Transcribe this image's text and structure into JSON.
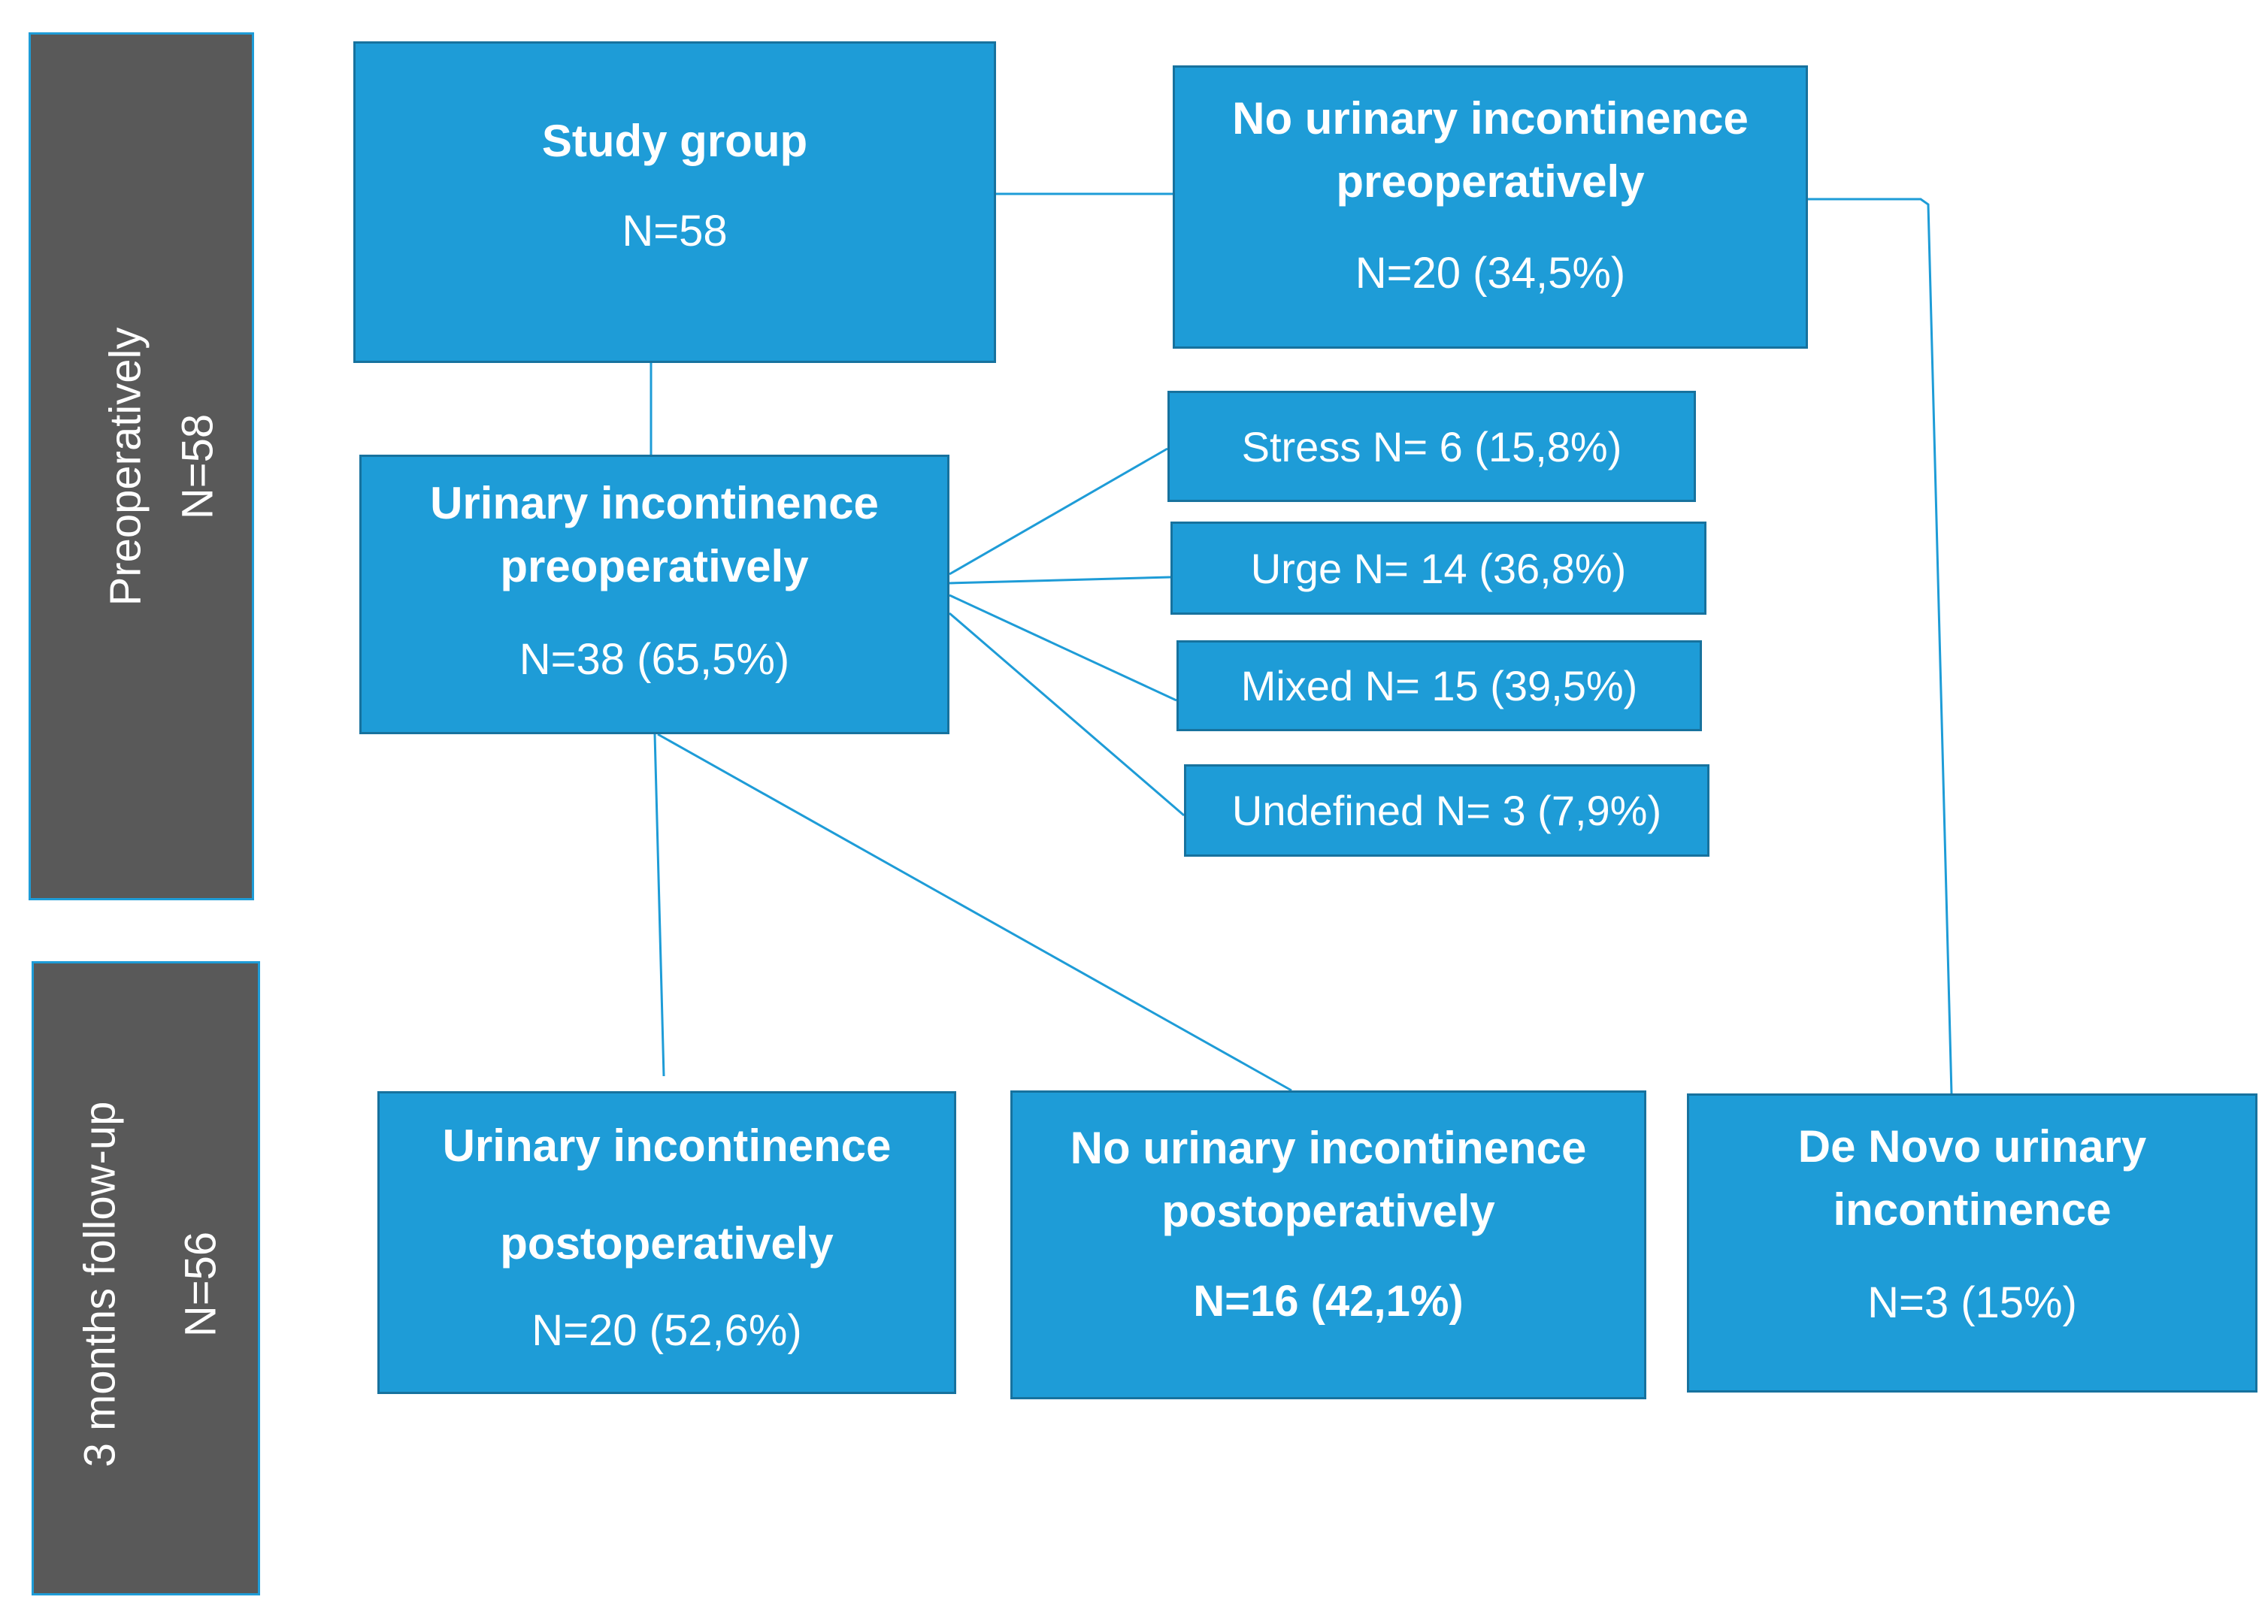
{
  "bands": {
    "pre": {
      "title": "Preoperatively",
      "n": "N=58"
    },
    "follow": {
      "title": "3 months follow-up",
      "n": "N=56"
    }
  },
  "study_group": {
    "title": "Study group",
    "n": "N=58"
  },
  "no_ui_pre": {
    "title_1": "No urinary incontinence",
    "title_2": "preoperatively",
    "n": "N=20 (34,5%)"
  },
  "ui_pre": {
    "title_1": "Urinary incontinence",
    "title_2": "preoperatively",
    "n": "N=38 (65,5%)"
  },
  "subtypes": {
    "stress": "Stress N= 6 (15,8%)",
    "urge": "Urge N= 14 (36,8%)",
    "mixed": "Mixed N= 15 (39,5%)",
    "undefined": "Undefined N= 3 (7,9%)"
  },
  "ui_post": {
    "title_1": "Urinary incontinence",
    "title_2": "postoperatively",
    "n": "N=20 (52,6%)"
  },
  "no_ui_post": {
    "title_1": "No urinary incontinence",
    "title_2": "postoperatively",
    "n": "N=16 (42,1%)"
  },
  "de_novo": {
    "title_1": "De Novo urinary",
    "title_2": "incontinence",
    "n": "N=3 (15%)"
  },
  "colors": {
    "box_fill": "#1e9cd7",
    "box_border": "#17729e",
    "band_fill": "#595959",
    "line": "#1e9cd7"
  }
}
